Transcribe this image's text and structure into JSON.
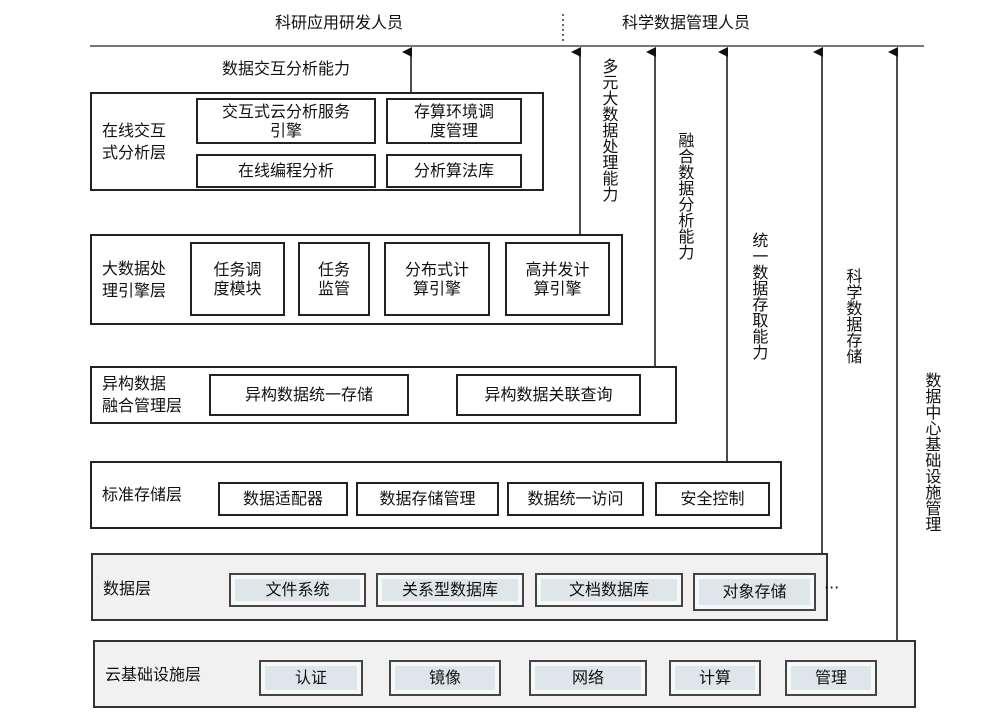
{
  "header": {
    "left_role": "科研应用研发人员",
    "right_role": "科学数据管理人员"
  },
  "capabilities": {
    "interactive_analysis": "数据交互分析能力",
    "multi_bigdata_processing": "多元大数据处理能力",
    "fusion_analysis": "融合数据分析能力",
    "unified_access": "统一数据存取能力",
    "scientific_storage": "科学数据存储",
    "datacenter_infra": "数据中心基础设施管理"
  },
  "layers": {
    "online": {
      "label": "在线交互式分析层",
      "label_lines": [
        "在线交互",
        "式分析层"
      ],
      "items": [
        "交互式云分析服务引擎",
        "存算环境调度管理",
        "在线编程分析",
        "分析算法库"
      ],
      "item_lines": [
        [
          "交互式云分析服务",
          "引擎"
        ],
        [
          "存算环境调",
          "度管理"
        ],
        [
          "在线编程分析"
        ],
        [
          "分析算法库"
        ]
      ]
    },
    "bigdata": {
      "label": "大数据处理引擎层",
      "label_lines": [
        "大数据处",
        "理引擎层"
      ],
      "items": [
        "任务调度模块",
        "任务监管",
        "分布式计算引擎",
        "高并发计算引擎"
      ],
      "item_lines": [
        [
          "任务调",
          "度模块"
        ],
        [
          "任务",
          "监管"
        ],
        [
          "分布式计",
          "算引擎"
        ],
        [
          "高并发计",
          "算引擎"
        ]
      ]
    },
    "hetero": {
      "label": "异构数据融合管理层",
      "label_lines": [
        "异构数据",
        "融合管理层"
      ],
      "items": [
        "异构数据统一存储",
        "异构数据关联查询"
      ]
    },
    "storage": {
      "label": "标准存储层",
      "items": [
        "数据适配器",
        "数据存储管理",
        "数据统一访问",
        "安全控制"
      ]
    },
    "data": {
      "label": "数据层",
      "items": [
        "文件系统",
        "关系型数据库",
        "文档数据库",
        "对象存储"
      ],
      "ellipsis": "···"
    },
    "cloud": {
      "label": "云基础设施层",
      "items": [
        "认证",
        "镜像",
        "网络",
        "计算",
        "管理"
      ]
    }
  }
}
